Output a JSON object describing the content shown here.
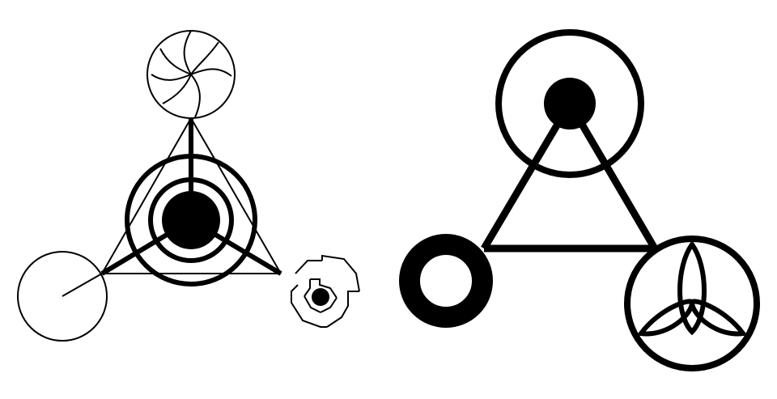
{
  "colors": {
    "background": "#ffffff",
    "ink": "#000000"
  },
  "figures": [
    {
      "name": "left-symbol",
      "parts": [
        "swirl-circle",
        "triangle",
        "concentric-rings",
        "central-dot",
        "plain-circle",
        "broken-ring-circle"
      ]
    },
    {
      "name": "right-symbol",
      "parts": [
        "top-ring-with-dot",
        "triangle",
        "bold-ring",
        "triquetra-circle"
      ]
    }
  ]
}
